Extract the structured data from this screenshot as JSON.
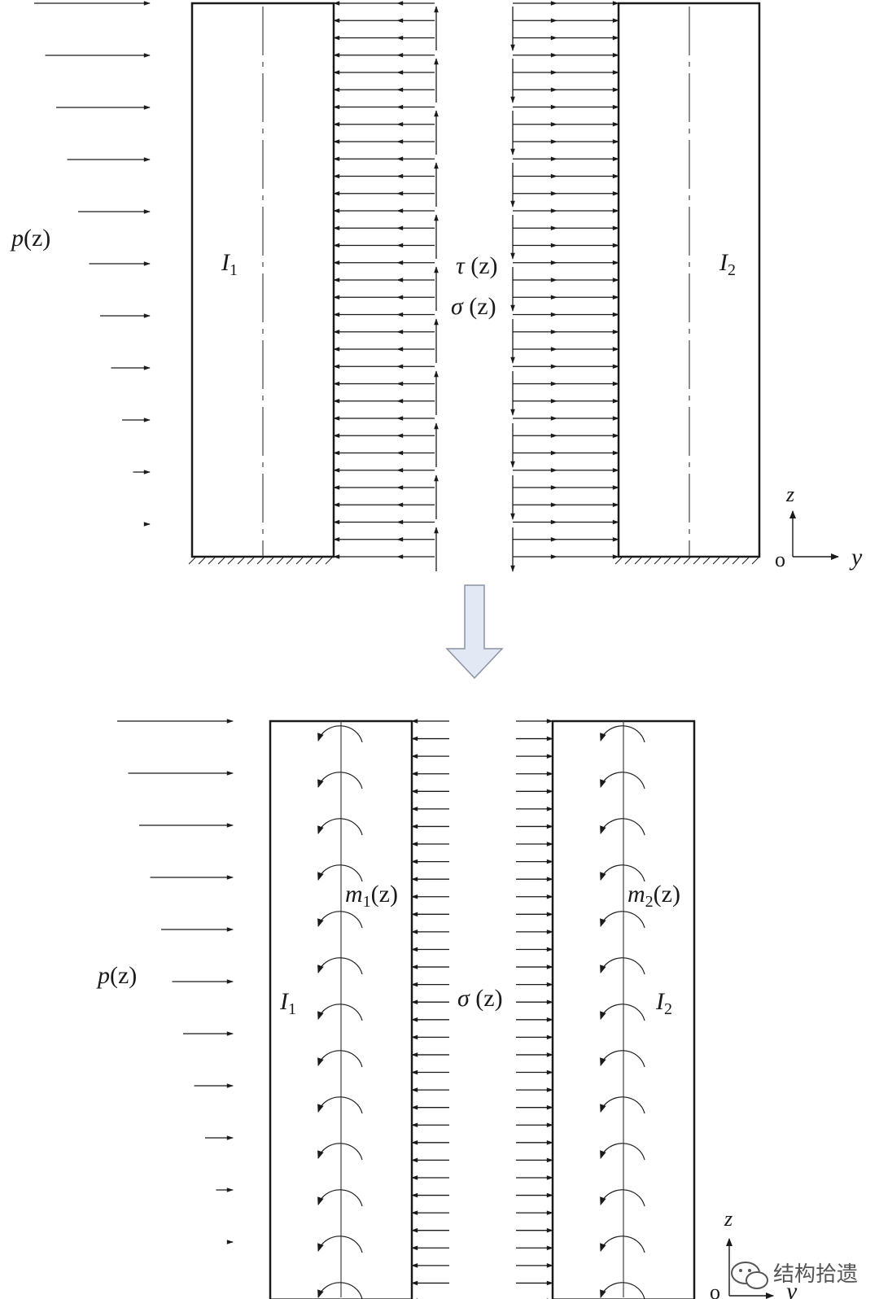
{
  "colors": {
    "ink": "#1a1a1a",
    "thin": "#333333",
    "transition_arrow_fill": "#e3e9f4",
    "transition_arrow_stroke": "#8a93a3",
    "watermark": "#555555"
  },
  "top_panel": {
    "load_label": {
      "base": "p",
      "rest": "(z)"
    },
    "wall_left_label": {
      "base": "I",
      "sub": "1"
    },
    "wall_right_label": {
      "base": "I",
      "sub": "2"
    },
    "shear_label": {
      "base": "τ",
      "rest": " (z)"
    },
    "axial_label": {
      "base": "σ",
      "rest": " (z)"
    },
    "axis": {
      "vertical": "z",
      "horizontal": "y",
      "origin": "o"
    },
    "load_arrow_count": 11,
    "interface_arrow_rows": 33,
    "shear_arrow_count": 11
  },
  "bottom_panel": {
    "load_label": {
      "base": "p",
      "rest": "(z)"
    },
    "wall_left_label": {
      "base": "I",
      "sub": "1"
    },
    "wall_right_label": {
      "base": "I",
      "sub": "2"
    },
    "moment_left_label": {
      "base": "m",
      "sub": "1",
      "rest": "(z)"
    },
    "moment_right_label": {
      "base": "m",
      "sub": "2",
      "rest": "(z)"
    },
    "axial_label": {
      "base": "σ",
      "rest": " (z)"
    },
    "axis": {
      "vertical": "z",
      "horizontal": "y",
      "origin": "o"
    },
    "load_arrow_count": 11,
    "interface_arrow_rows": 34,
    "moment_symbol_count": 13
  },
  "watermark": {
    "text": "结构拾遗",
    "icon": "wechat-bubble-icon"
  }
}
